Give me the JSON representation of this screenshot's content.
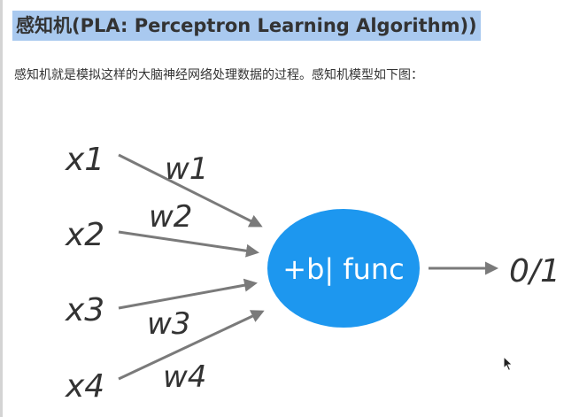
{
  "heading": "感知机(PLA: Perceptron Learning Algorithm))",
  "intro": "感知机就是模拟这样的大脑神经网络处理数据的过程。感知机模型如下图：",
  "diagram": {
    "inputs": [
      "x1",
      "x2",
      "x3",
      "x4"
    ],
    "weights": [
      "w1",
      "w2",
      "w3",
      "w4"
    ],
    "node_label": "+b| func",
    "output_label": "0/1",
    "colors": {
      "node": "#1d97ef",
      "arrow": "#7a7a7a",
      "text": "#333333"
    }
  },
  "icons": [
    "mouse-cursor-icon"
  ]
}
